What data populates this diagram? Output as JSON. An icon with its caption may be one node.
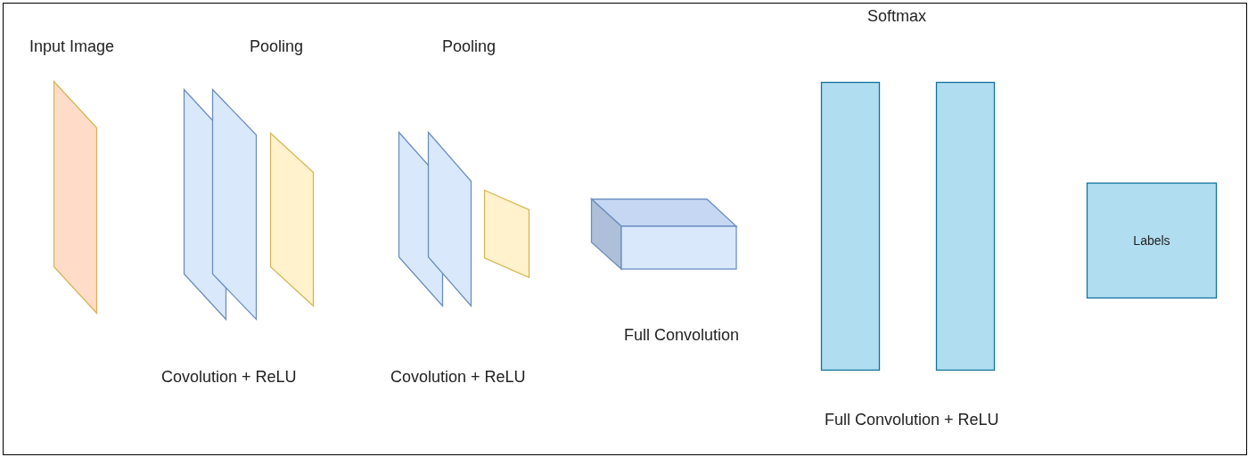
{
  "diagram": {
    "nodes": [
      {
        "text": [
          "Input Image"
        ]
      },
      {
        "text": [],
        "shape": "parallelogram"
      },
      {
        "text": [],
        "shape": "parallelogram"
      },
      {
        "text": [],
        "shape": "parallelogram"
      },
      {
        "text": [],
        "shape": "parallelogram"
      },
      {
        "text": [],
        "shape": "parallelogram"
      },
      {
        "text": [],
        "shape": "parallelogram"
      },
      {
        "text": [],
        "shape": "box",
        "beside": [
          "Full Convolution"
        ]
      },
      {
        "text": [],
        "shape": "bar"
      },
      {
        "text": [],
        "shape": "bar"
      },
      {
        "text": [
          "Labels"
        ]
      }
    ],
    "edges": [],
    "labels": [
      "Softmax",
      "Pooling",
      "Pooling",
      "Covolution + ReLU",
      "Covolution + ReLU",
      "Full Convolution + ReLU"
    ]
  }
}
